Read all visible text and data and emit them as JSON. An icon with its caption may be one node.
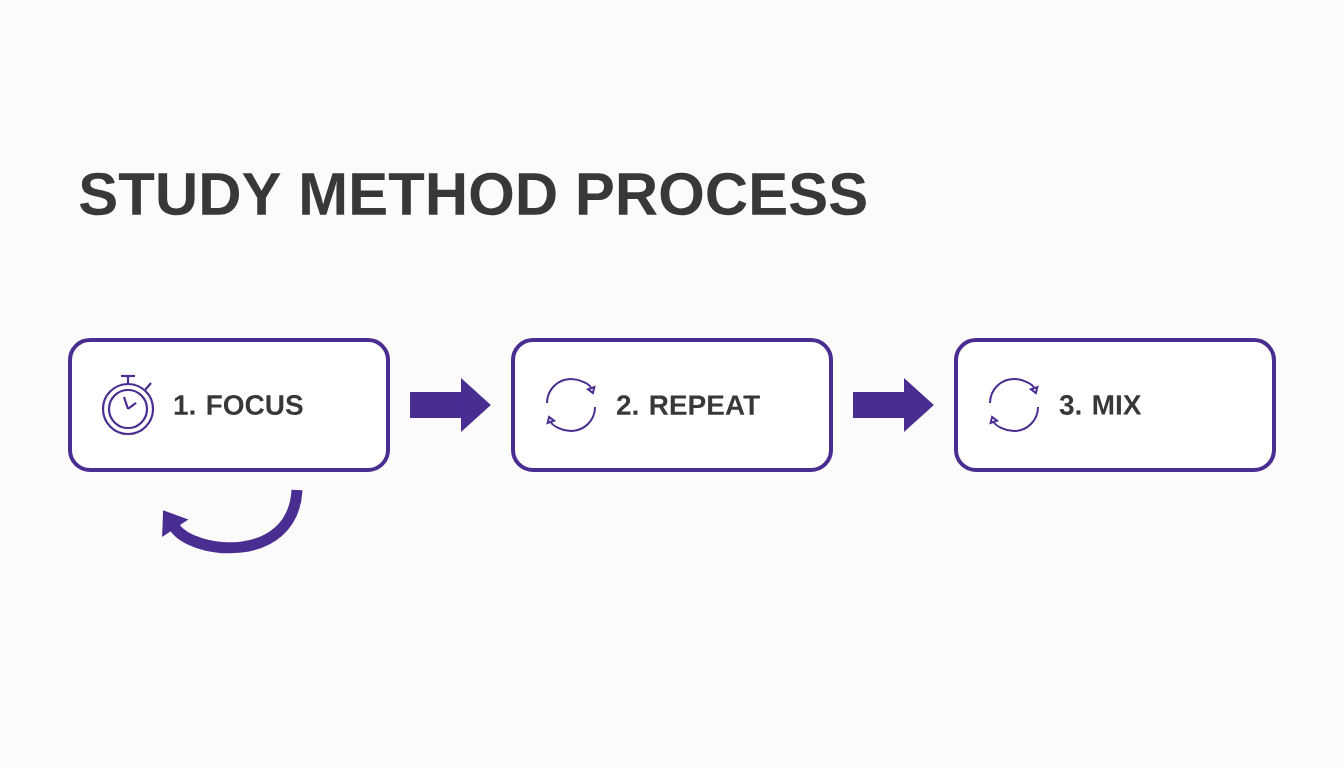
{
  "diagram": {
    "title": "STUDY METHOD PROCESS",
    "nodes": [
      {
        "text": [
          "1. FOCUS"
        ]
      },
      {
        "text": [
          "2. REPEAT"
        ]
      },
      {
        "text": [
          "3. MIX"
        ]
      }
    ],
    "edges": [
      {
        "from": 0,
        "to": 1,
        "arrow": "to"
      },
      {
        "from": 1,
        "to": 2,
        "arrow": "to"
      },
      {
        "from": 0,
        "to": 0,
        "arrow": "to"
      }
    ]
  }
}
